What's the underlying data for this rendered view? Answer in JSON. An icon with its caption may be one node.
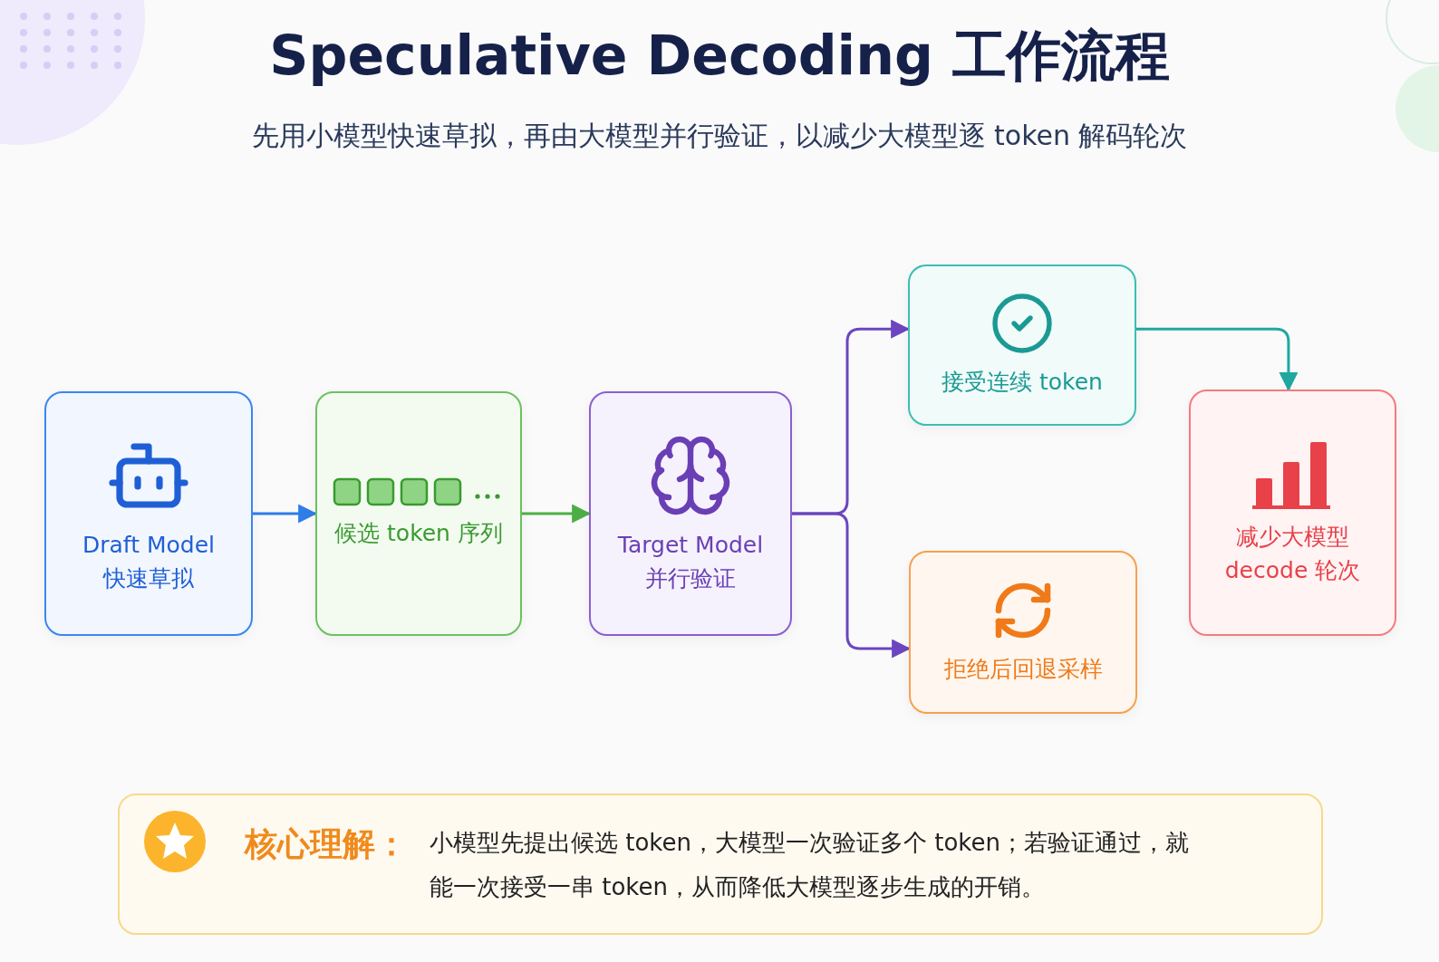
{
  "diagram": {
    "title": "Speculative Decoding 工作流程",
    "nodes": [
      {
        "text": [
          "Draft Model",
          "快速草拟"
        ]
      },
      {
        "text": [
          "候选 token 序列"
        ]
      },
      {
        "text": [
          "Target Model",
          "并行验证"
        ]
      },
      {
        "text": [
          "接受连续 token"
        ]
      },
      {
        "text": [
          "拒绝后回退采样"
        ]
      },
      {
        "text": [
          "减少大模型 decode 轮次"
        ]
      },
      {
        "text": [
          "核心理解：",
          "小模型先提出候选 token，大模型一次验证多个 token；若验证通过，就能一次接受一串 token，从而降低大模型逐步生成的开销。"
        ]
      }
    ],
    "edges": [
      {
        "from": 0,
        "to": 1,
        "arrow": "to",
        "color": "#2f7de8"
      },
      {
        "from": 1,
        "to": 2,
        "arrow": "to",
        "color": "#4caf45"
      },
      {
        "from": 2,
        "to": 3,
        "arrow": "to",
        "color": "#6c45c0"
      },
      {
        "from": 2,
        "to": 4,
        "arrow": "to",
        "color": "#6c45c0"
      },
      {
        "from": 3,
        "to": 5,
        "arrow": "to",
        "color": "#20a8a0"
      }
    ],
    "labels": [
      "先用小模型快速草拟，再由大模型并行验证，以减少大模型逐 token 解码轮次"
    ]
  }
}
